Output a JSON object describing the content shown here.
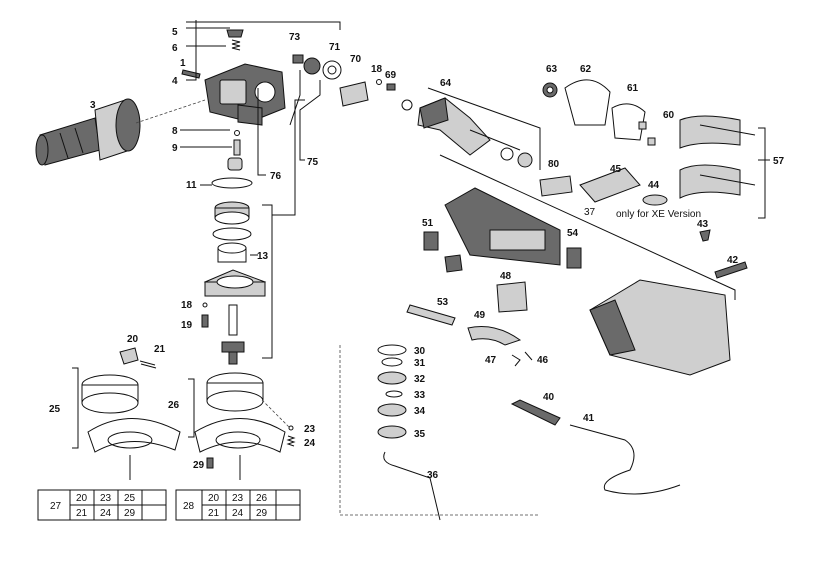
{
  "callouts": [
    {
      "id": "c5",
      "text": "5"
    },
    {
      "id": "c6",
      "text": "6"
    },
    {
      "id": "c1",
      "text": "1"
    },
    {
      "id": "c4",
      "text": "4"
    },
    {
      "id": "c3",
      "text": "3"
    },
    {
      "id": "c8",
      "text": "8"
    },
    {
      "id": "c9",
      "text": "9"
    },
    {
      "id": "c11",
      "text": "11"
    },
    {
      "id": "c76",
      "text": "76"
    },
    {
      "id": "c75",
      "text": "75"
    },
    {
      "id": "c73",
      "text": "73"
    },
    {
      "id": "c71",
      "text": "71"
    },
    {
      "id": "c70",
      "text": "70"
    },
    {
      "id": "c18a",
      "text": "18"
    },
    {
      "id": "c69",
      "text": "69"
    },
    {
      "id": "c64",
      "text": "64"
    },
    {
      "id": "c63",
      "text": "63"
    },
    {
      "id": "c62",
      "text": "62"
    },
    {
      "id": "c61",
      "text": "61"
    },
    {
      "id": "c60",
      "text": "60"
    },
    {
      "id": "c57",
      "text": "57"
    },
    {
      "id": "c80",
      "text": "80"
    },
    {
      "id": "c45",
      "text": "45"
    },
    {
      "id": "c44",
      "text": "44"
    },
    {
      "id": "c37",
      "text": "37"
    },
    {
      "id": "c43",
      "text": "43"
    },
    {
      "id": "c42",
      "text": "42"
    },
    {
      "id": "c51",
      "text": "51"
    },
    {
      "id": "c54",
      "text": "54"
    },
    {
      "id": "c48",
      "text": "48"
    },
    {
      "id": "c53",
      "text": "53"
    },
    {
      "id": "c49",
      "text": "49"
    },
    {
      "id": "c47",
      "text": "47"
    },
    {
      "id": "c46",
      "text": "46"
    },
    {
      "id": "c13",
      "text": "13"
    },
    {
      "id": "c18b",
      "text": "18"
    },
    {
      "id": "c19",
      "text": "19"
    },
    {
      "id": "c20",
      "text": "20"
    },
    {
      "id": "c21",
      "text": "21"
    },
    {
      "id": "c25",
      "text": "25"
    },
    {
      "id": "c26",
      "text": "26"
    },
    {
      "id": "c23",
      "text": "23"
    },
    {
      "id": "c24",
      "text": "24"
    },
    {
      "id": "c29",
      "text": "29"
    },
    {
      "id": "c30",
      "text": "30"
    },
    {
      "id": "c31",
      "text": "31"
    },
    {
      "id": "c32",
      "text": "32"
    },
    {
      "id": "c33",
      "text": "33"
    },
    {
      "id": "c34",
      "text": "34"
    },
    {
      "id": "c35",
      "text": "35"
    },
    {
      "id": "c36",
      "text": "36"
    },
    {
      "id": "c40",
      "text": "40"
    },
    {
      "id": "c41",
      "text": "41"
    }
  ],
  "note": "only for XE Version",
  "tables": [
    {
      "label": "27",
      "rows": [
        [
          "20",
          "23",
          "25",
          ""
        ],
        [
          "21",
          "24",
          "29",
          ""
        ]
      ]
    },
    {
      "label": "28",
      "rows": [
        [
          "20",
          "23",
          "26",
          ""
        ],
        [
          "21",
          "24",
          "29",
          ""
        ]
      ]
    }
  ],
  "colors": {
    "line": "#111111",
    "part_fill": "#ffffff",
    "shade": "#cfcfcf",
    "dark": "#6a6a6a"
  }
}
